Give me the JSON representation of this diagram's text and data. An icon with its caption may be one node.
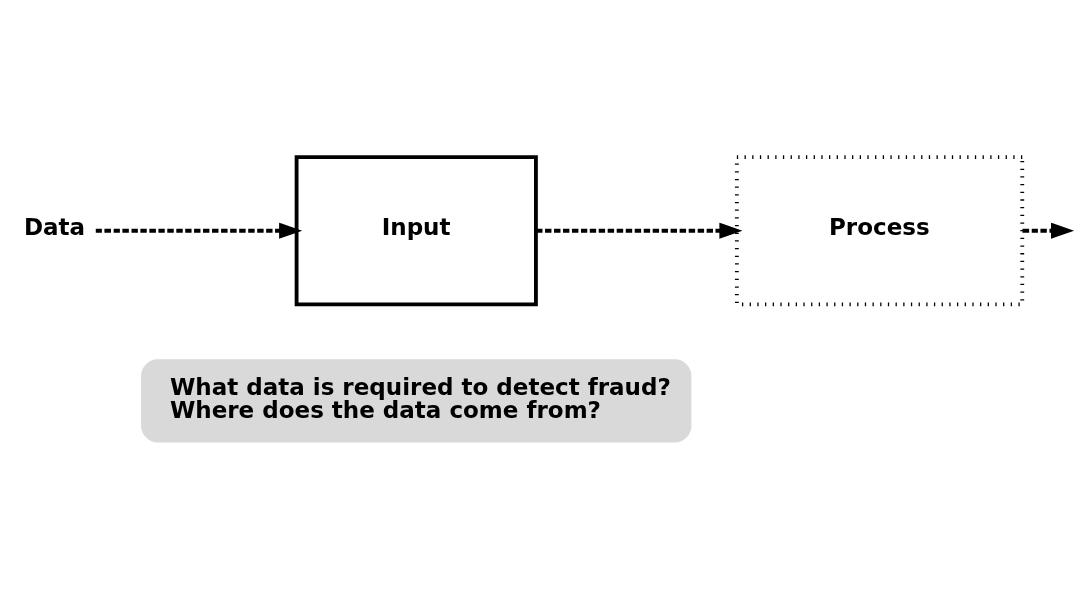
{
  "diagram": {
    "nodes": [
      {
        "text": [
          "Data"
        ]
      },
      {
        "text": [
          "Input"
        ]
      },
      {
        "text": [
          "Process"
        ]
      },
      {
        "text": [
          "What data is required to detect fraud?",
          "Where does the data come from?"
        ]
      }
    ],
    "edges": [
      {
        "from": 0,
        "to": 1,
        "arrow": "to",
        "style": "dashed"
      },
      {
        "from": 1,
        "to": 2,
        "arrow": "to",
        "style": "dashed"
      },
      {
        "from": 2,
        "to": null,
        "arrow": "to",
        "style": "dashed"
      }
    ]
  }
}
